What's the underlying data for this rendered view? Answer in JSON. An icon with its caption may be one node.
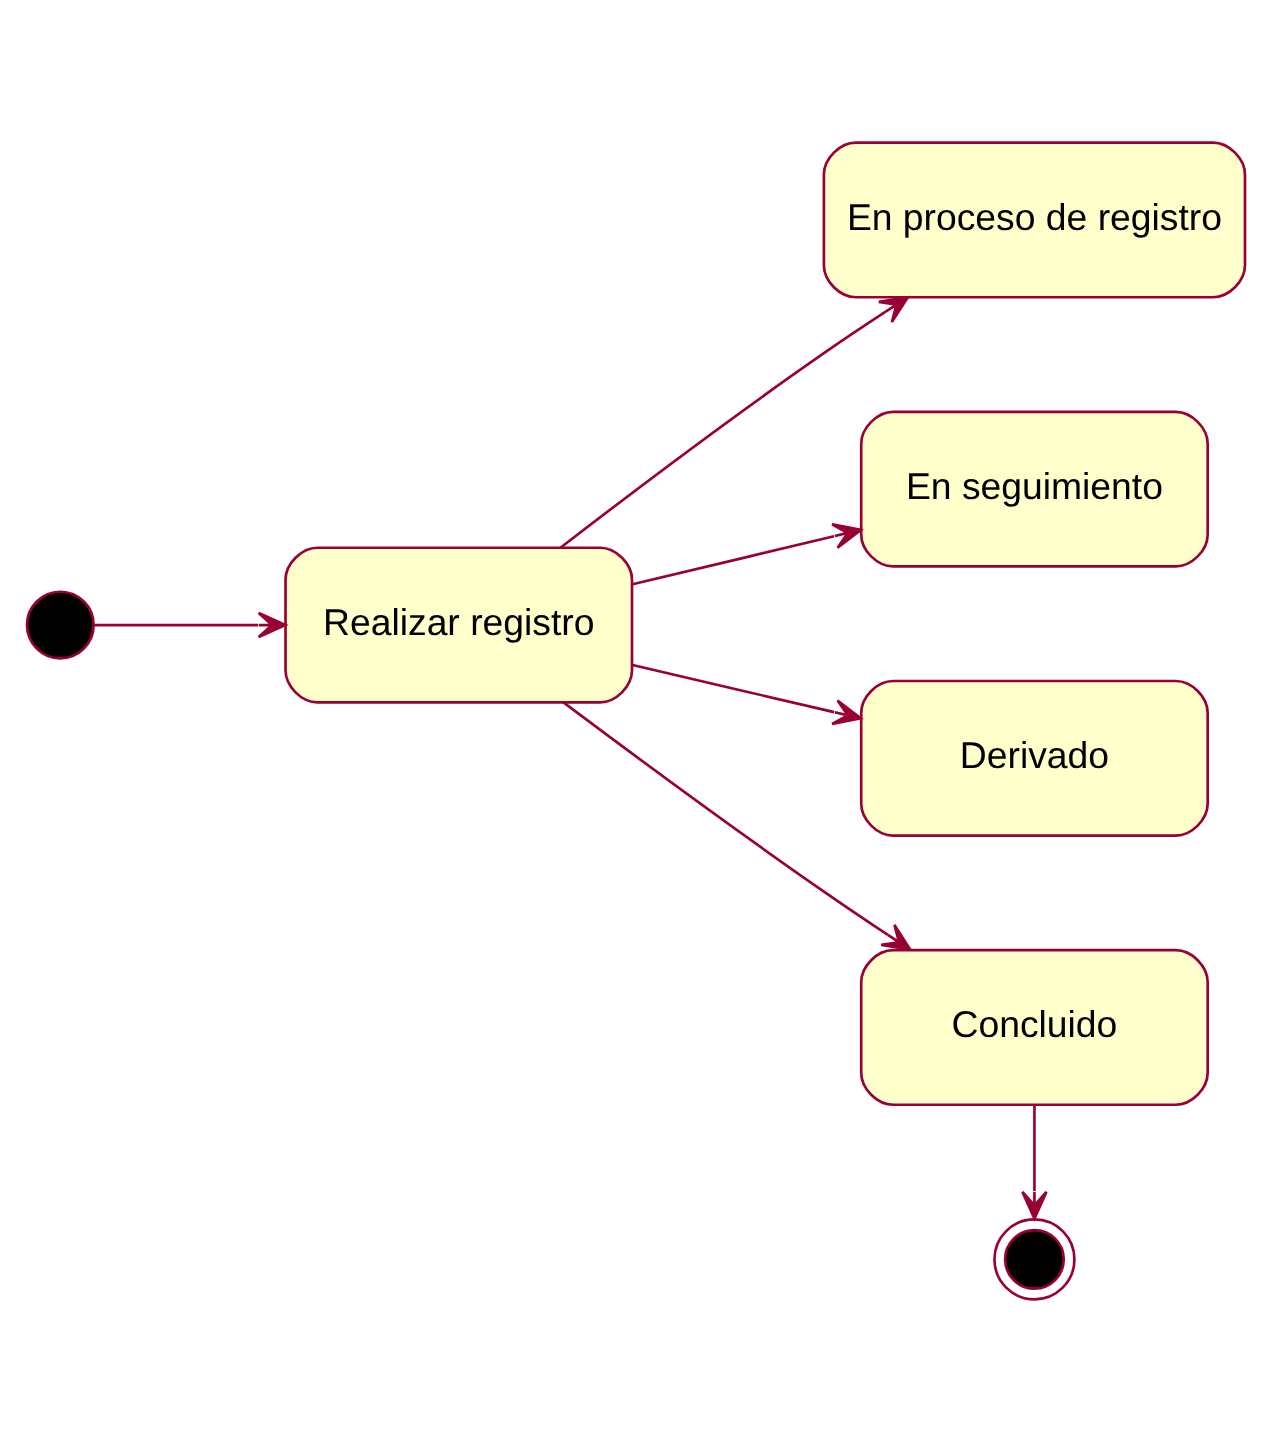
{
  "diagram": {
    "nodes": [
      {
        "text": [],
        "shape": "circle"
      },
      {
        "text": [
          "Realizar registro"
        ]
      },
      {
        "text": [
          "En proceso de registro"
        ]
      },
      {
        "text": [
          "En seguimiento"
        ]
      },
      {
        "text": [
          "Derivado"
        ]
      },
      {
        "text": [
          "Concluido"
        ]
      },
      {
        "text": [],
        "shape": "bullseye"
      }
    ],
    "edges": [
      {
        "from": 0,
        "to": 1,
        "arrow": "to"
      },
      {
        "from": 1,
        "to": 2,
        "arrow": "to"
      },
      {
        "from": 1,
        "to": 3,
        "arrow": "to"
      },
      {
        "from": 1,
        "to": 4,
        "arrow": "to"
      },
      {
        "from": 1,
        "to": 5,
        "arrow": "to"
      },
      {
        "from": 5,
        "to": 6,
        "arrow": "to"
      }
    ]
  }
}
